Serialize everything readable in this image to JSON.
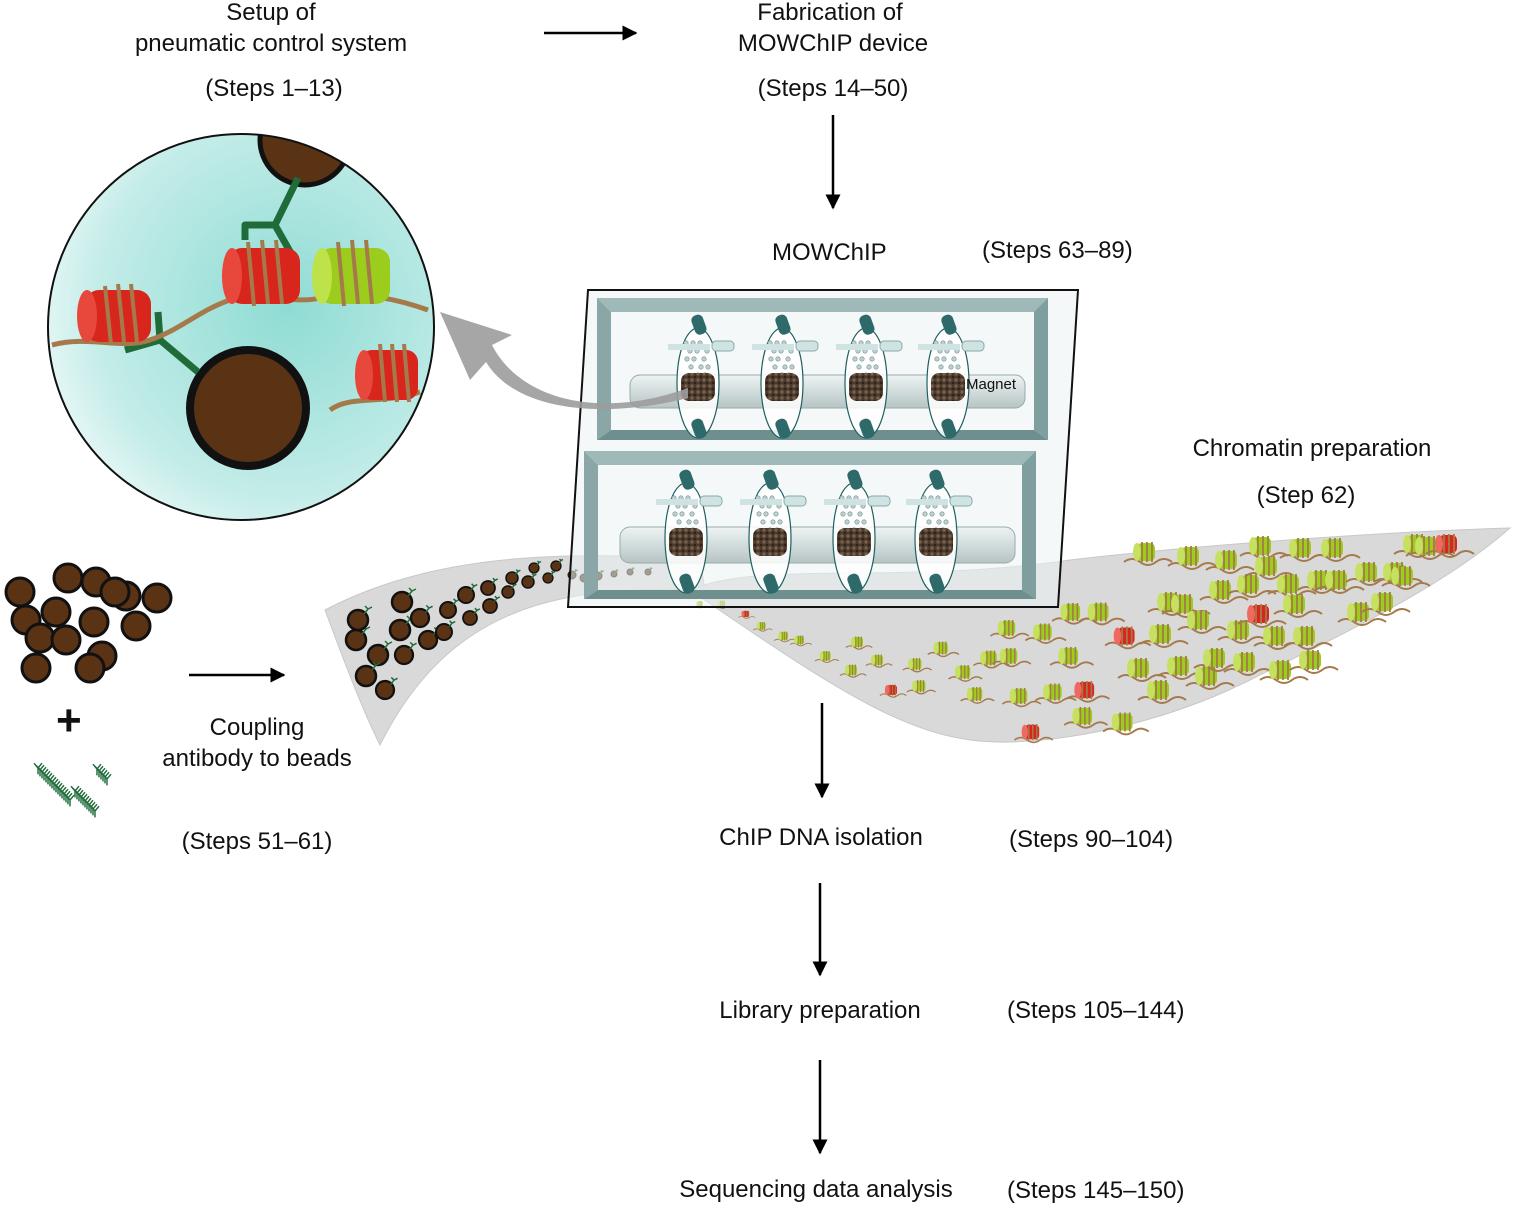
{
  "steps": {
    "pneumatic": {
      "title_line1": "Setup of",
      "title_line2": "pneumatic control system",
      "range": "(Steps 1–13)"
    },
    "fabrication": {
      "title_line1": "Fabrication of",
      "title_line2": "MOWChIP device",
      "range": "(Steps 14–50)"
    },
    "mowchip": {
      "title": "MOWChIP",
      "range": "(Steps 63–89)"
    },
    "chromatin": {
      "title": "Chromatin preparation",
      "range": "(Step 62)"
    },
    "coupling": {
      "title_line1": "Coupling",
      "title_line2": "antibody to beads",
      "range": "(Steps 51–61)"
    },
    "chip_dna": {
      "title": "ChIP DNA isolation",
      "range": "(Steps 90–104)"
    },
    "library": {
      "title": "Library preparation",
      "range": "(Steps 105–144)"
    },
    "sequencing": {
      "title": "Sequencing data analysis",
      "range": "(Steps 145–150)"
    }
  },
  "device": {
    "magnet_label": "Magnet"
  },
  "plus_sign": "+",
  "colors": {
    "bead_brown": "#5a3214",
    "antibody_green": "#1f6b3a",
    "nucleosome_red": "#d8261c",
    "nucleosome_green": "#9ccc1c",
    "dna_tan": "#b08050",
    "device_frame": "#7f9f9f",
    "zoom_fill": "#a8e2dc",
    "ribbon_gray": "#d9d9d9"
  }
}
